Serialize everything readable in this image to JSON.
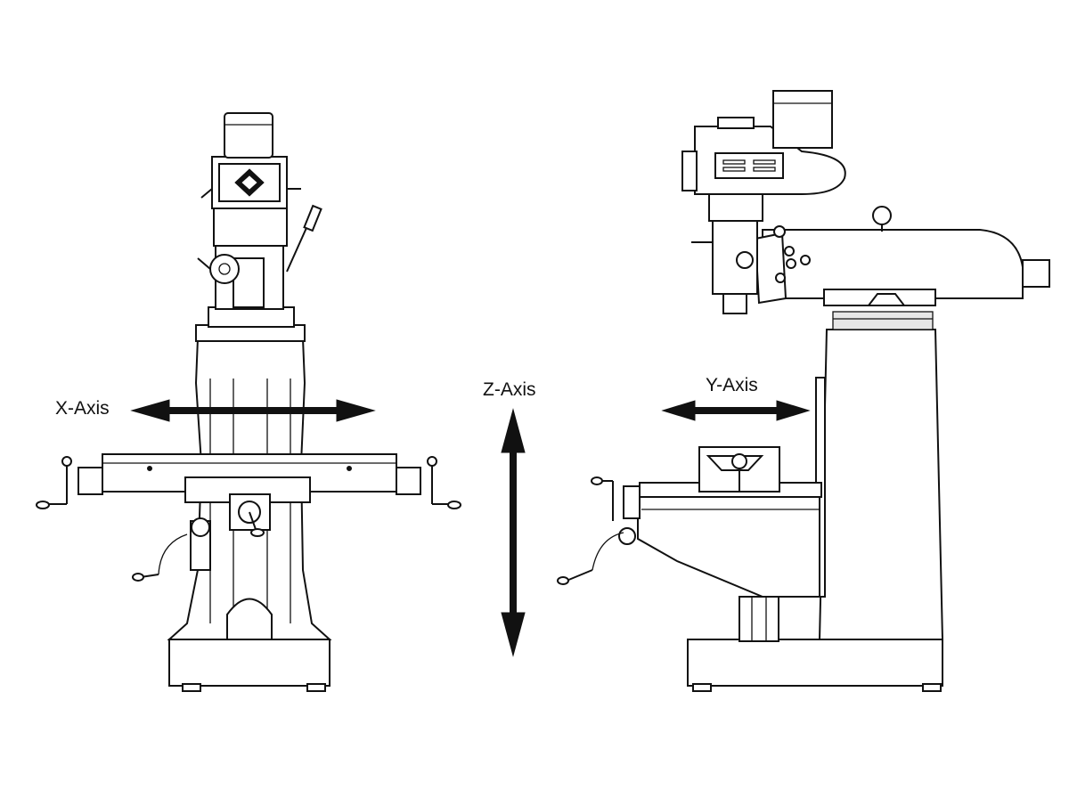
{
  "diagram": {
    "views": [
      "front-view",
      "side-view"
    ],
    "axes": {
      "x": {
        "label": "X-Axis",
        "direction": "horizontal"
      },
      "y": {
        "label": "Y-Axis",
        "direction": "horizontal"
      },
      "z": {
        "label": "Z-Axis",
        "direction": "vertical"
      }
    },
    "colors": {
      "line": "#111111",
      "background": "#ffffff"
    }
  }
}
